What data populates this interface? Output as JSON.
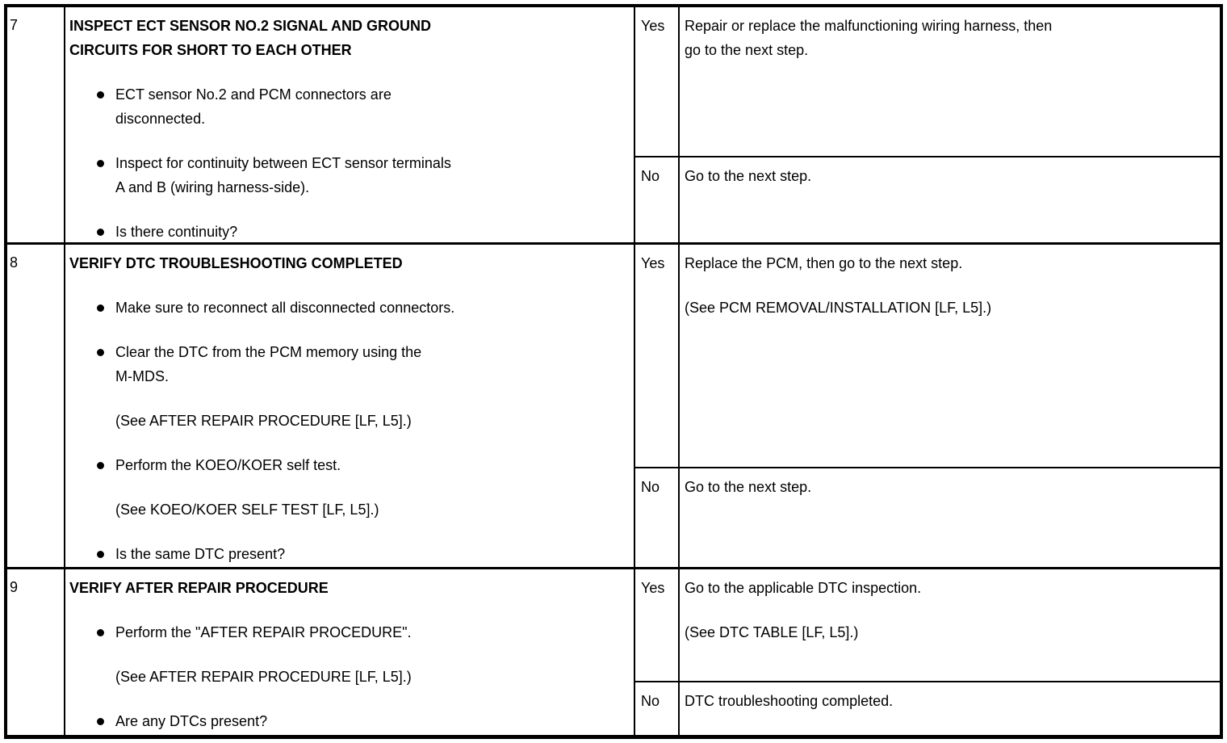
{
  "page": {
    "background": "#ffffff",
    "line_color": "#000000"
  },
  "table": {
    "columns": [
      "step",
      "inspection",
      "action_result",
      "action"
    ],
    "rows": [
      {
        "step": "7",
        "title": "INSPECT ECT SENSOR NO.2 SIGNAL AND GROUND\nCIRCUITS FOR SHORT TO EACH OTHER",
        "items": [
          {
            "bullet": true,
            "text": "ECT sensor No.2 and PCM connectors are\ndisconnected."
          },
          {
            "bullet": true,
            "text": "Inspect for continuity between ECT sensor terminals\nA and B (wiring harness-side)."
          },
          {
            "bullet": true,
            "text": "Is there continuity?"
          }
        ],
        "yes": {
          "label": "Yes",
          "lines": [
            "Repair or replace the malfunctioning wiring harness, then\ngo to the next step."
          ]
        },
        "no": {
          "label": "No",
          "lines": [
            "Go to the next step."
          ]
        }
      },
      {
        "step": "8",
        "title": "VERIFY DTC TROUBLESHOOTING COMPLETED",
        "items": [
          {
            "bullet": true,
            "text": "Make sure to reconnect all disconnected connectors."
          },
          {
            "bullet": true,
            "text": "Clear the DTC from the PCM memory using the\nM-MDS."
          },
          {
            "bullet": false,
            "text": "(See AFTER REPAIR PROCEDURE [LF, L5].)"
          },
          {
            "bullet": true,
            "text": "Perform the KOEO/KOER self test."
          },
          {
            "bullet": false,
            "text": "(See KOEO/KOER SELF TEST [LF, L5].)"
          },
          {
            "bullet": true,
            "text": "Is the same DTC present?"
          }
        ],
        "yes": {
          "label": "Yes",
          "lines": [
            "Replace the PCM, then go to the next step.",
            "(See PCM REMOVAL/INSTALLATION [LF, L5].)"
          ]
        },
        "no": {
          "label": "No",
          "lines": [
            "Go to the next step."
          ]
        }
      },
      {
        "step": "9",
        "title": "VERIFY AFTER REPAIR PROCEDURE",
        "items": [
          {
            "bullet": true,
            "text": "Perform the \"AFTER REPAIR PROCEDURE\"."
          },
          {
            "bullet": false,
            "text": "(See AFTER REPAIR PROCEDURE [LF, L5].)"
          },
          {
            "bullet": true,
            "text": "Are any DTCs present?"
          }
        ],
        "yes": {
          "label": "Yes",
          "lines": [
            "Go to the applicable DTC inspection.",
            "(See DTC TABLE [LF, L5].)"
          ]
        },
        "no": {
          "label": "No",
          "lines": [
            "DTC troubleshooting completed."
          ]
        }
      }
    ]
  }
}
